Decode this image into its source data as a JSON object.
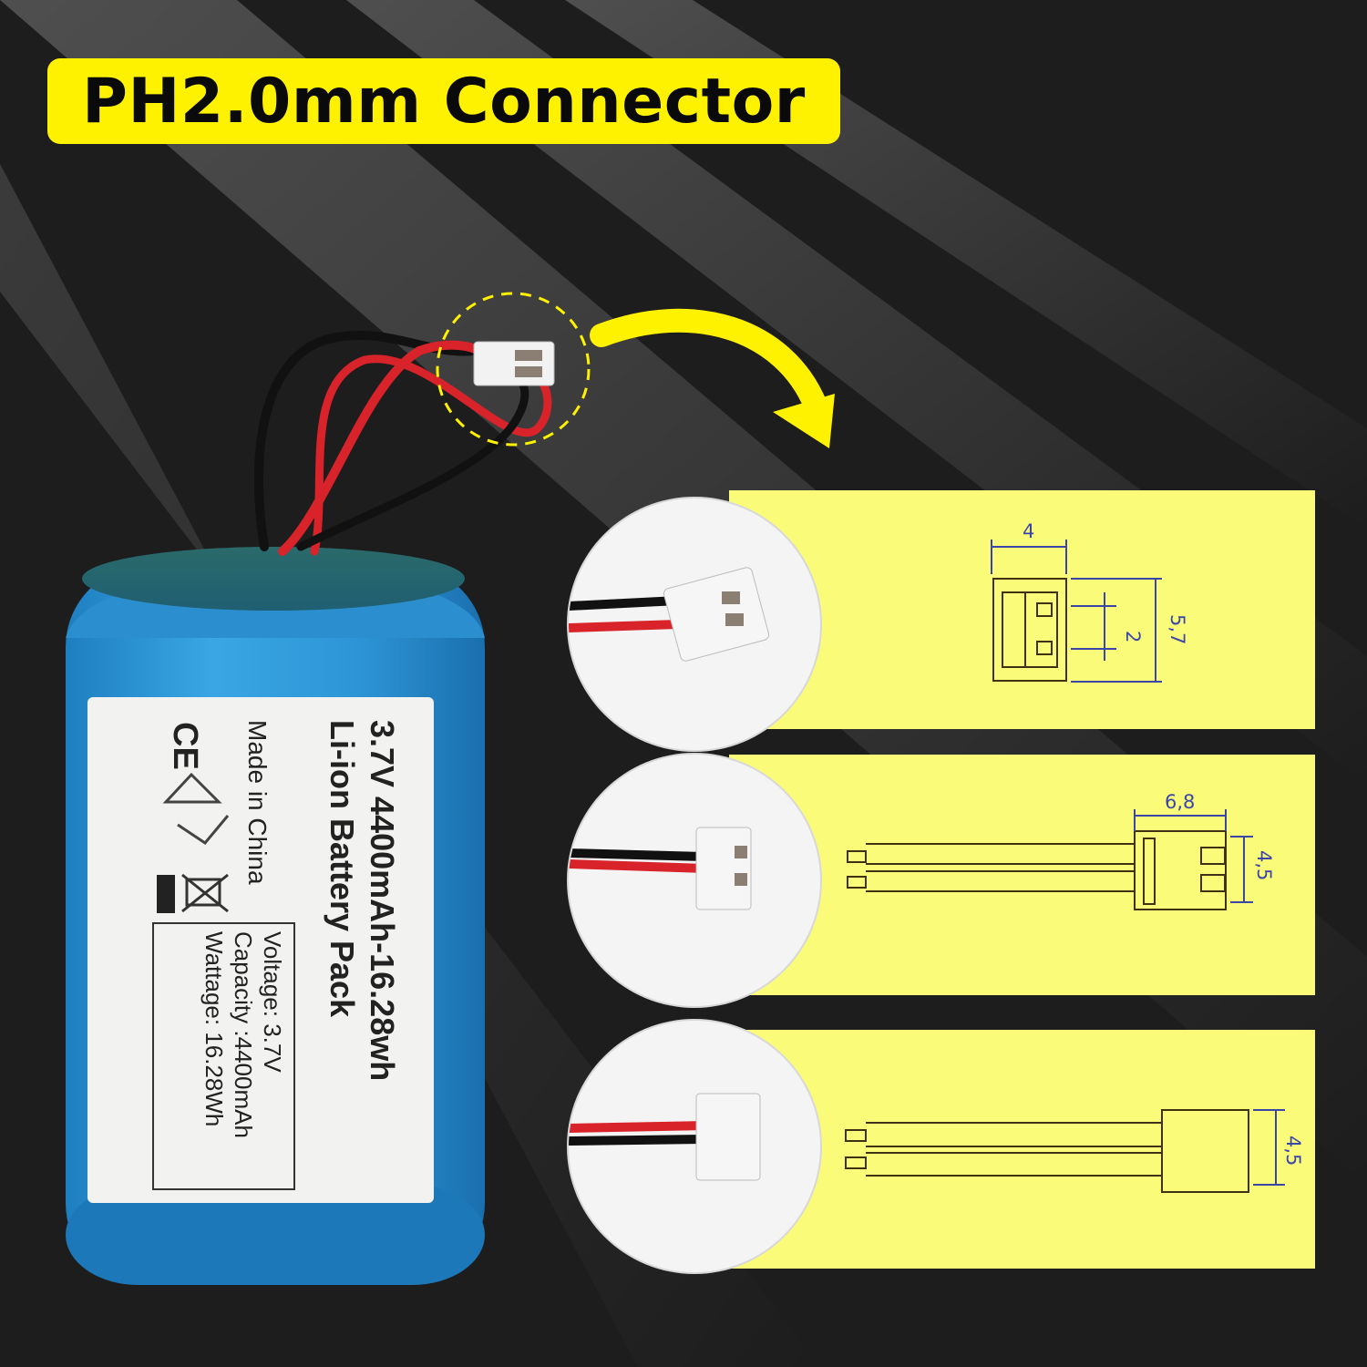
{
  "title": "PH2.0mm Connector",
  "battery_label": {
    "line1": "3.7V 4400mAh-16.28wh",
    "line2": "Li-ion Battery Pack",
    "made_in": "Made in China",
    "ce_mark": "CE",
    "spec_voltage": "Voltage: 3.7V",
    "spec_capacity": "Capacity :4400mAh",
    "spec_wattage": "Wattage: 16.28Wh"
  },
  "diagrams": [
    {
      "dim_width": "4",
      "dim_pitch": "2",
      "dim_height": "5,7"
    },
    {
      "dim_length": "6,8",
      "dim_height": "4,5"
    },
    {
      "dim_height": "4,5"
    }
  ],
  "colors": {
    "accent_yellow": "#fff200",
    "panel_yellow": "#fbfb7a",
    "battery_blue": "#2e9ad8",
    "dimension_blue": "#3b47a8"
  },
  "icons": [
    "ce-mark-icon",
    "recycle-icon",
    "weee-bin-icon",
    "curved-arrow-icon",
    "connector-highlight-icon"
  ]
}
